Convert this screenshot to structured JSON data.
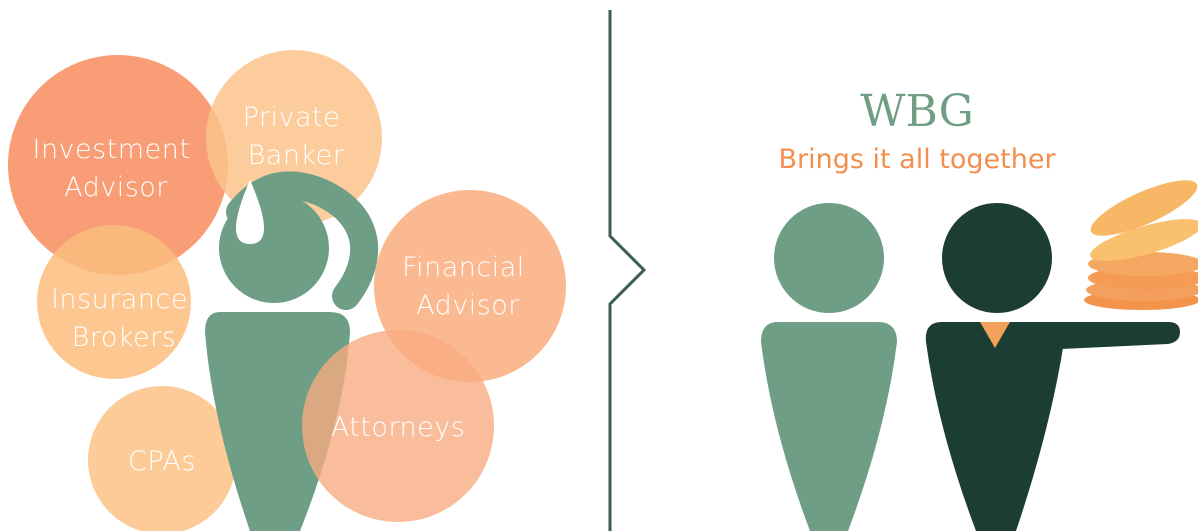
{
  "advisors": [
    {
      "lines": [
        "Investment",
        "Advisor"
      ]
    },
    {
      "lines": [
        "Private",
        "Banker"
      ]
    },
    {
      "lines": [
        "Insurance",
        "Brokers"
      ]
    },
    {
      "lines": [
        "Financial",
        "Advisor"
      ]
    },
    {
      "lines": [
        "Attorneys"
      ]
    },
    {
      "lines": [
        "CPAs"
      ]
    }
  ],
  "brand": {
    "title": "WBG",
    "tagline": "Brings it all together"
  },
  "colors": {
    "investment_bubble": "#f9956a",
    "private_bubble": "#fbc38b",
    "insurance_bubble": "#fbbd7e",
    "financial_bubble": "#f9a978",
    "attorneys_bubble": "#f9ab80",
    "cpas_bubble": "#fbc286",
    "person_light": "#6e9e85",
    "person_dark": "#1c3d33",
    "divider": "#3b5c50",
    "tie": "#f2a05a",
    "coins": [
      "#f7b766",
      "#f9c070",
      "#f59b55",
      "#f4a05c",
      "#f3934c",
      "#f5a862"
    ]
  }
}
